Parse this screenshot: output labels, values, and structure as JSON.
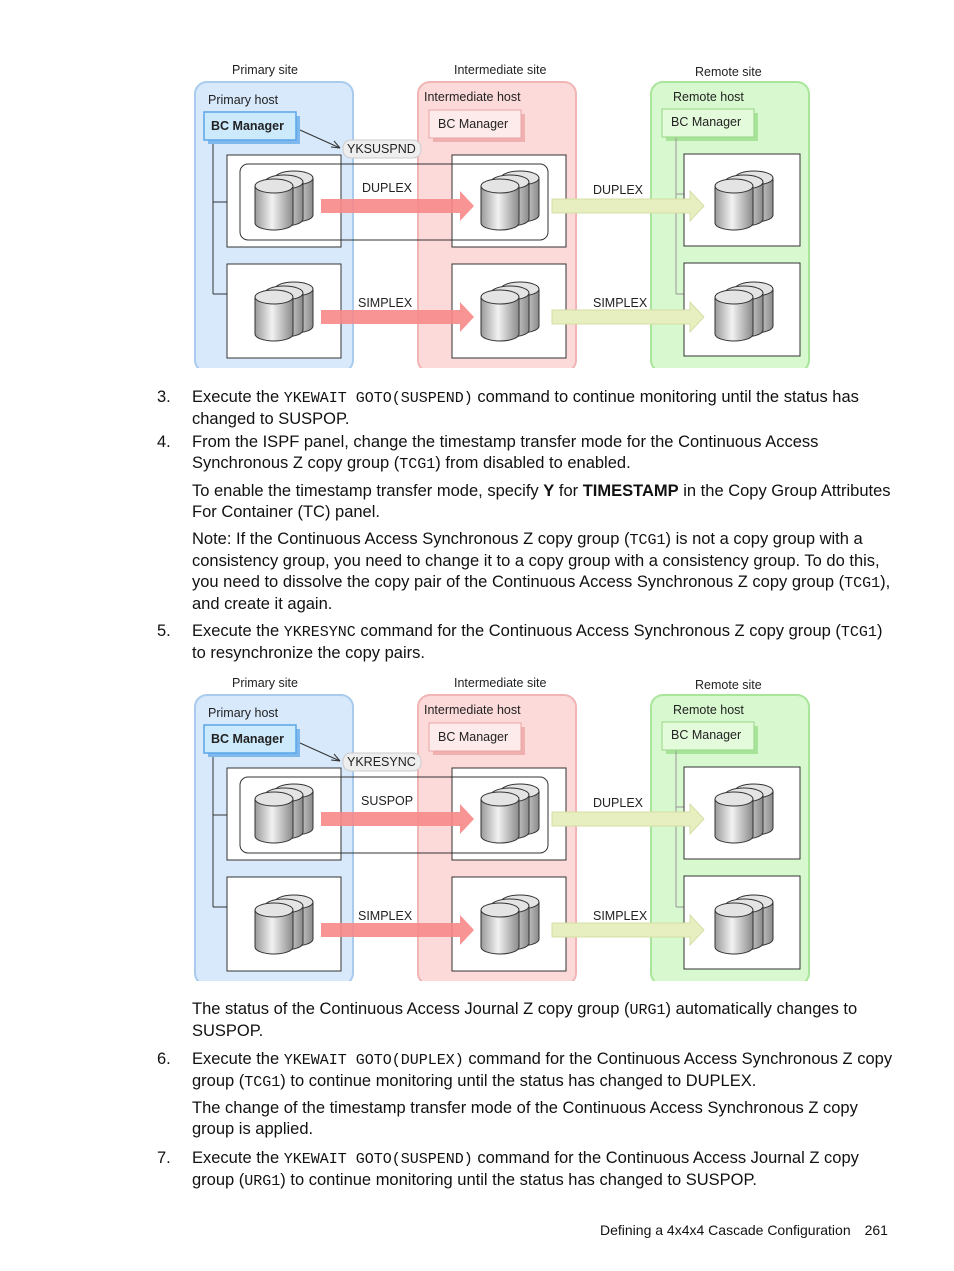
{
  "diagram1": {
    "primary_site": "Primary site",
    "intermediate_site": "Intermediate site",
    "remote_site": "Remote site",
    "primary_host": "Primary host",
    "intermediate_host": "Intermediate host",
    "remote_host": "Remote host",
    "bc_manager_primary": "BC Manager",
    "bc_manager_intermediate": "BC Manager",
    "bc_manager_remote": "BC Manager",
    "command": "YKSUSPND",
    "pair1_status_left": "DUPLEX",
    "pair1_status_right": "DUPLEX",
    "pair2_status_left": "SIMPLEX",
    "pair2_status_right": "SIMPLEX"
  },
  "diagram2": {
    "primary_site": "Primary site",
    "intermediate_site": "Intermediate site",
    "remote_site": "Remote site",
    "primary_host": "Primary host",
    "intermediate_host": "Intermediate host",
    "remote_host": "Remote host",
    "bc_manager_primary": "BC Manager",
    "bc_manager_intermediate": "BC Manager",
    "bc_manager_remote": "BC Manager",
    "command": "YKRESYNC",
    "pair1_status_left": "SUSPOP",
    "pair1_status_right": "DUPLEX",
    "pair2_status_left": "SIMPLEX",
    "pair2_status_right": "SIMPLEX"
  },
  "steps": {
    "s3": {
      "num": "3.",
      "a": "Execute the ",
      "code": "YKEWAIT GOTO(SUSPEND)",
      "b": " command to continue monitoring until the status has changed to SUSPOP."
    },
    "s4": {
      "num": "4.",
      "a": "From the ISPF panel, change the timestamp transfer mode for the Continuous Access Synchronous Z copy group (",
      "code": "TCG1",
      "b": ") from disabled to enabled."
    },
    "s4_p1": {
      "a": "To enable the timestamp transfer mode, specify ",
      "y": "Y",
      "b": " for ",
      "ts": "TIMESTAMP",
      "c": " in the Copy Group Attributes For Container (TC) panel."
    },
    "s4_note": {
      "a": "Note: If the Continuous Access Synchronous Z copy group (",
      "code1": "TCG1",
      "b": ") is not a copy group with a consistency group, you need to change it to a copy group with a consistency group. To do this, you need to dissolve the copy pair of the Continuous Access Synchronous Z copy group (",
      "code2": "TCG1",
      "c": "), and create it again."
    },
    "s5": {
      "num": "5.",
      "a": "Execute the ",
      "code1": "YKRESYNC",
      "b": " command for the Continuous Access Synchronous Z copy group (",
      "code2": "TCG1",
      "c": ") to resynchronize the copy pairs."
    },
    "after2": {
      "a": "The status of the Continuous Access Journal Z copy group (",
      "code": "URG1",
      "b": ") automatically changes to SUSPOP."
    },
    "s6": {
      "num": "6.",
      "a": "Execute the ",
      "code1": "YKEWAIT GOTO(DUPLEX)",
      "b": " command for the Continuous Access Synchronous Z copy group (",
      "code2": "TCG1",
      "c": ") to continue monitoring until the status has changed to DUPLEX."
    },
    "s6_p1": {
      "a": "The change of the timestamp transfer mode of the Continuous Access Synchronous Z copy group is applied."
    },
    "s7": {
      "num": "7.",
      "a": "Execute the ",
      "code1": "YKEWAIT GOTO(SUSPEND)",
      "b": " command for the Continuous Access Journal Z copy group (",
      "code2": "URG1",
      "c": ") to continue monitoring until the status has changed to SUSPOP."
    }
  },
  "footer": {
    "title": "Defining a 4x4x4 Cascade Configuration",
    "page": "261"
  }
}
